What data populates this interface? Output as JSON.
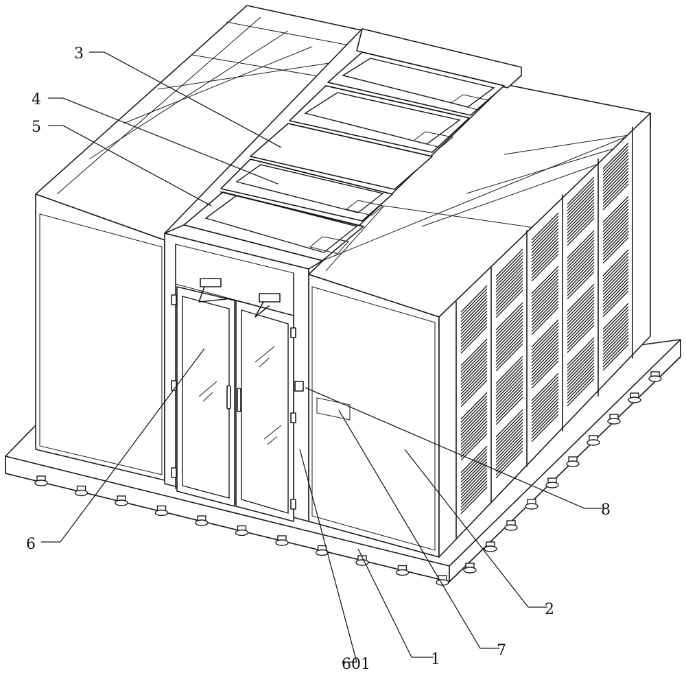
{
  "callouts": {
    "c1": "1",
    "c2": "2",
    "c3": "3",
    "c4": "4",
    "c5": "5",
    "c6": "6",
    "c601": "601",
    "c7": "7",
    "c8": "8"
  },
  "colors": {
    "line": "#1a1a1a",
    "background": "#ffffff"
  }
}
